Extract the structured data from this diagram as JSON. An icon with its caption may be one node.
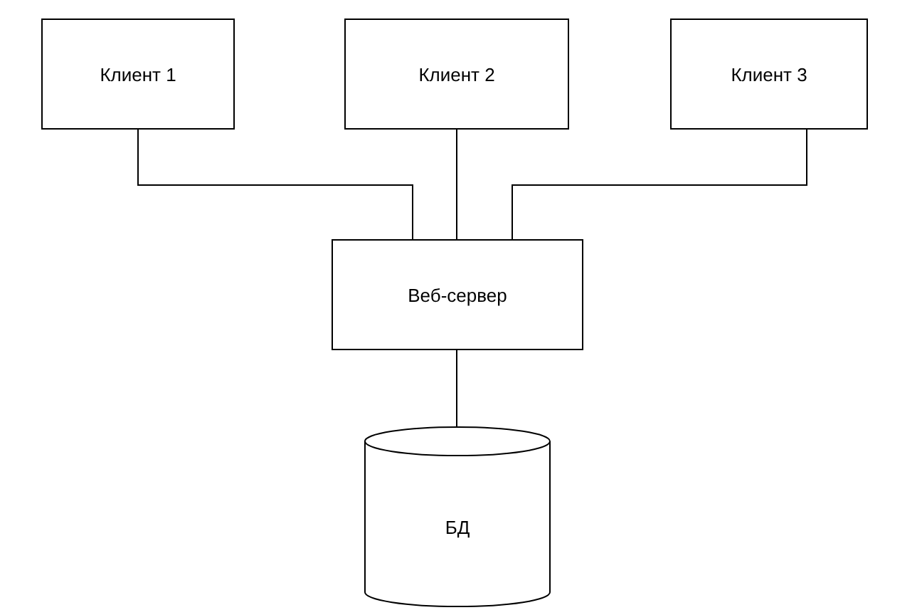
{
  "diagram": {
    "nodes": [
      {
        "text": [
          "Клиент 1"
        ]
      },
      {
        "text": [
          "Клиент 2"
        ]
      },
      {
        "text": [
          "Клиент 3"
        ]
      },
      {
        "text": [
          "Веб-сервер"
        ]
      },
      {
        "text": [
          "БД"
        ]
      }
    ],
    "edges": [
      {
        "from": 0,
        "to": 3,
        "arrow": "none"
      },
      {
        "from": 1,
        "to": 3,
        "arrow": "none"
      },
      {
        "from": 2,
        "to": 3,
        "arrow": "none"
      },
      {
        "from": 3,
        "to": 4,
        "arrow": "none"
      }
    ]
  }
}
